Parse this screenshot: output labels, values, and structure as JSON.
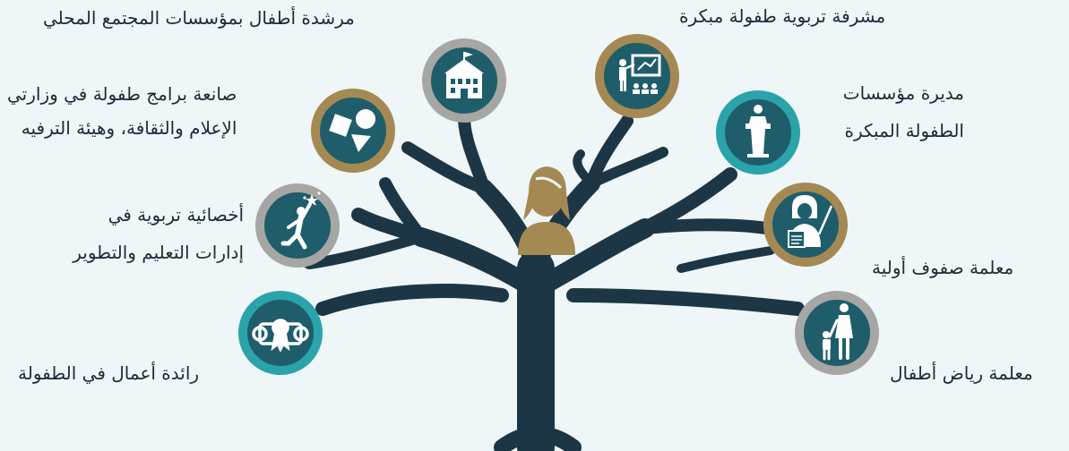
{
  "diagram": {
    "center_icon": "woman-avatar-icon",
    "colors": {
      "trunk": "#1c3645",
      "gray": "#a6a6a5",
      "gold": "#a48a52",
      "teal": "#2aa3ab",
      "icon_bg": "#1f5d6a",
      "background": "#eef6f7"
    },
    "nodes": {
      "community_counselor": {
        "label": "مرشدة أطفال بمؤسسات المجتمع المحلي",
        "icon": "school-building-icon",
        "ring": "gray"
      },
      "program_maker": {
        "line1": "صانعة برامج طفولة في وزارتي",
        "line2": "الإعلام والثقافة، وهيئة الترفيه",
        "icon": "shapes-icon",
        "ring": "gold"
      },
      "education_specialist": {
        "line1": "أخصائية تربوية في",
        "line2": "إدارات التعليم والتطوير",
        "icon": "achiever-icon",
        "ring": "gray"
      },
      "entrepreneur": {
        "label": "رائدة أعمال في الطفولة",
        "icon": "certificate-scroll-icon",
        "ring": "teal"
      },
      "supervisor": {
        "label": "مشرفة تربوية طفولة مبكرة",
        "icon": "presentation-board-icon",
        "ring": "gold"
      },
      "director": {
        "line1": "مديرة مؤسسات",
        "line2": "الطفولة المبكرة",
        "icon": "podium-icon",
        "ring": "teal"
      },
      "primary_teacher": {
        "label": "معلمة صفوف أولية",
        "icon": "teacher-icon",
        "ring": "gold"
      },
      "kindergarten_teacher": {
        "label": "معلمة رياض أطفال",
        "icon": "mother-child-icon",
        "ring": "gray"
      }
    }
  }
}
